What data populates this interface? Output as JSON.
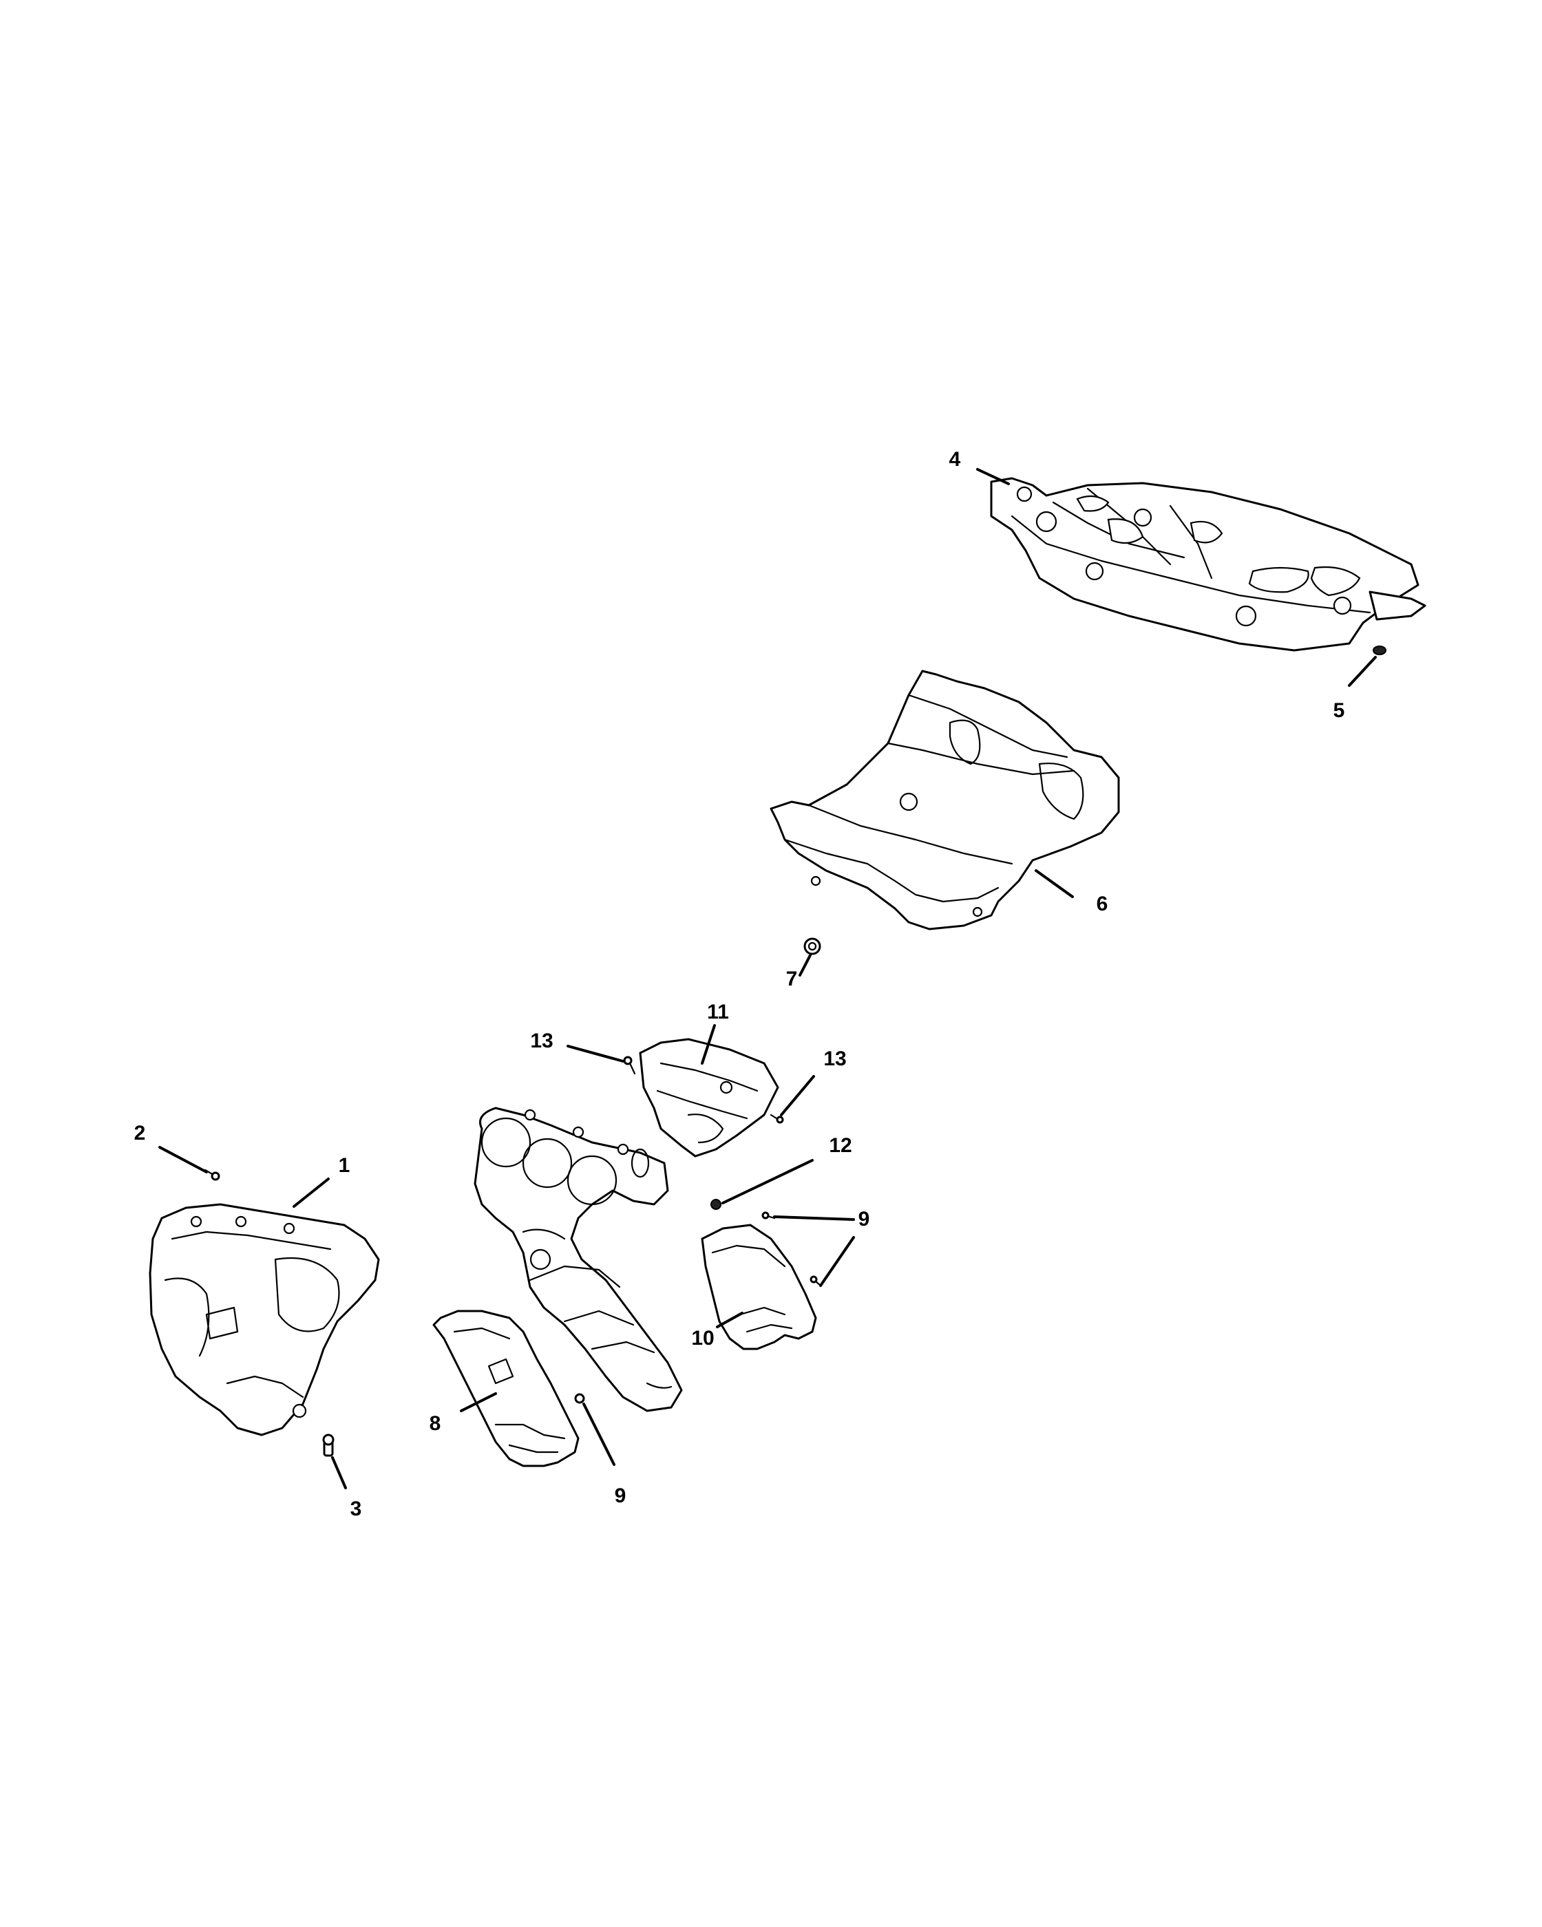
{
  "callouts": {
    "c1": "1",
    "c2": "2",
    "c3": "3",
    "c4": "4",
    "c5": "5",
    "c6": "6",
    "c7": "7",
    "c8": "8",
    "c9a": "9",
    "c9b": "9",
    "c10": "10",
    "c11": "11",
    "c12": "12",
    "c13a": "13",
    "c13b": "13"
  }
}
